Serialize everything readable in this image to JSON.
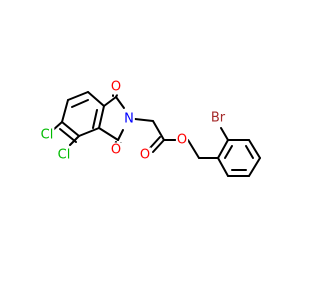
{
  "colors": {
    "bond": "#000000",
    "oxygen": "#ff0000",
    "nitrogen": "#0000ff",
    "chlorine": "#00bb00",
    "bromine": "#a52a2a",
    "background": "#ffffff"
  },
  "atoms": {
    "o_top": "O",
    "o_bottom": "O",
    "n": "N",
    "cl_upper": "Cl",
    "cl_lower": "Cl",
    "o_ester_single": "O",
    "o_ester_double": "O",
    "br": "Br"
  }
}
